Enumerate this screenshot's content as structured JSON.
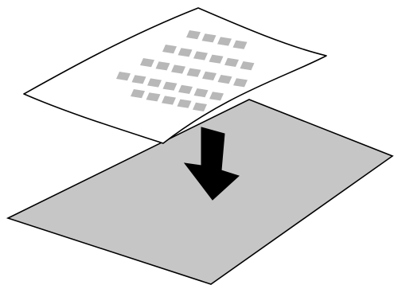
{
  "diagram": {
    "description_items": [
      "sheet",
      "base",
      "arrow"
    ],
    "colors": {
      "background": "#ffffff",
      "outline": "#000000",
      "sheet_fill": "#ffffff",
      "base_fill": "#c6c6c6",
      "squares_fill": "#b8b8b8",
      "arrow_fill": "#000000"
    },
    "icons": {
      "arrow": "down-arrow-icon"
    }
  }
}
